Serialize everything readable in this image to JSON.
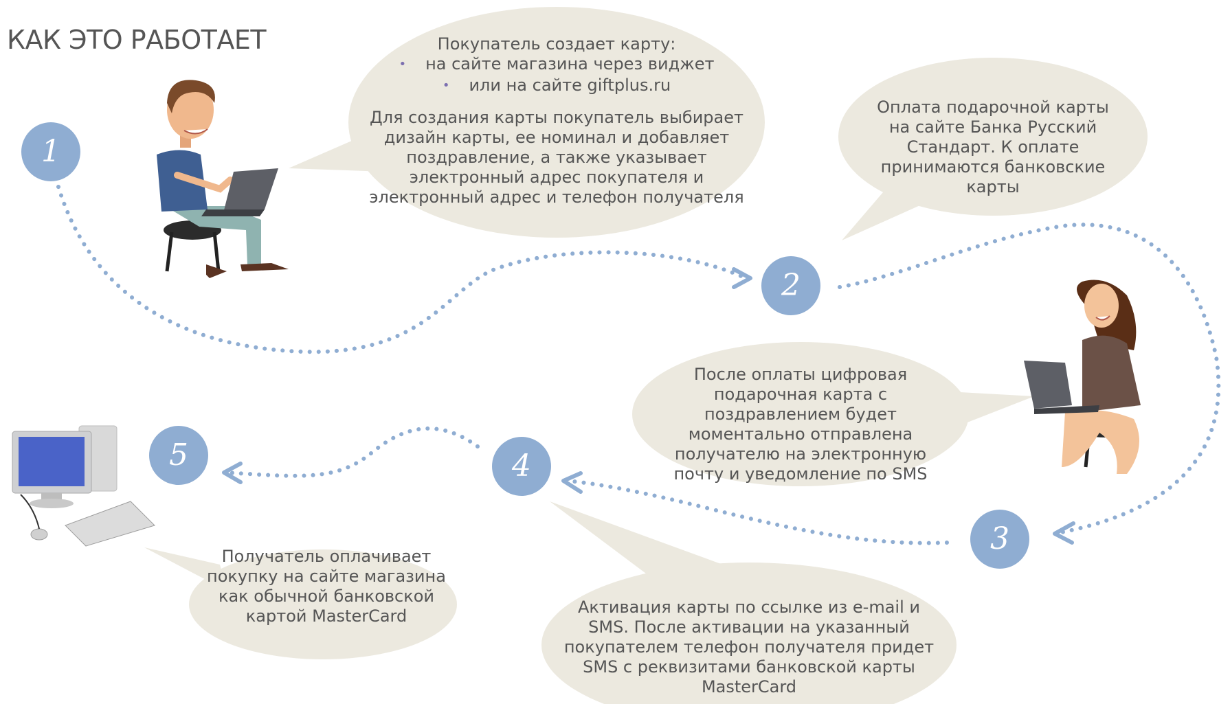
{
  "title": "КАК ЭТО РАБОТАЕТ",
  "steps": [
    {
      "number": "1"
    },
    {
      "number": "2"
    },
    {
      "number": "3"
    },
    {
      "number": "4"
    },
    {
      "number": "5"
    }
  ],
  "bubbles": {
    "step1": {
      "heading": "Покупатель создает карту:",
      "bullets": [
        "на сайте магазина через виджет",
        "или на сайте giftplus.ru"
      ],
      "body": "Для создания карты покупатель выбирает дизайн карты, ее номинал и добавляет поздравление, а также указывает электронный адрес покупателя и электронный адрес и телефон получателя"
    },
    "step2": {
      "body": "Оплата подарочной карты на сайте Банка Русский Стандарт. К оплате принимаются банковские карты"
    },
    "step3": {
      "body": "После оплаты цифровая подарочная карта с поздравлением будет моментально отправлена получателю на электронную почту и уведомление по SMS"
    },
    "step4": {
      "body": "Активация карты по ссылке из e-mail и SMS. После активации на указанный покупателем телефон получателя придет SMS с реквизитами банковской карты MasterCard"
    },
    "step5": {
      "body": "Получатель оплачивает покупку на сайте магазина как обычной  банковской картой MasterCard"
    }
  },
  "colors": {
    "bubble": "#ece9df",
    "step_circle": "#8fadd2",
    "dotted_path": "#8fadd2"
  }
}
